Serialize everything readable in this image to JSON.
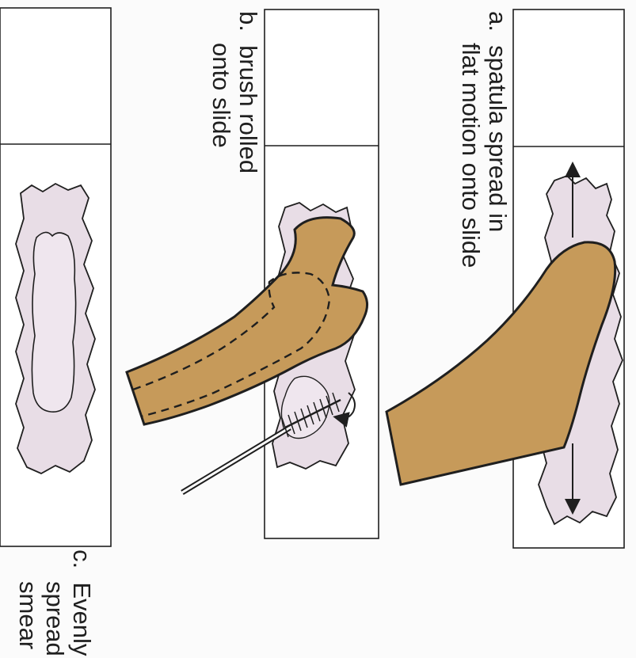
{
  "panels": [
    {
      "letter": "a.",
      "caption_lines": [
        "spatula spread in",
        "flat motion onto slide"
      ]
    },
    {
      "letter": "b.",
      "caption_lines": [
        "brush rolled",
        "onto slide"
      ]
    },
    {
      "letter": "c.",
      "caption_lines": [
        "Evenly",
        "spread",
        "smear"
      ]
    }
  ],
  "colors": {
    "spatula": "#c69a5a",
    "smear": "#e8dde6",
    "smear_inner": "#efe6ee",
    "outline": "#1f1f1f",
    "slide": "#ffffff"
  }
}
